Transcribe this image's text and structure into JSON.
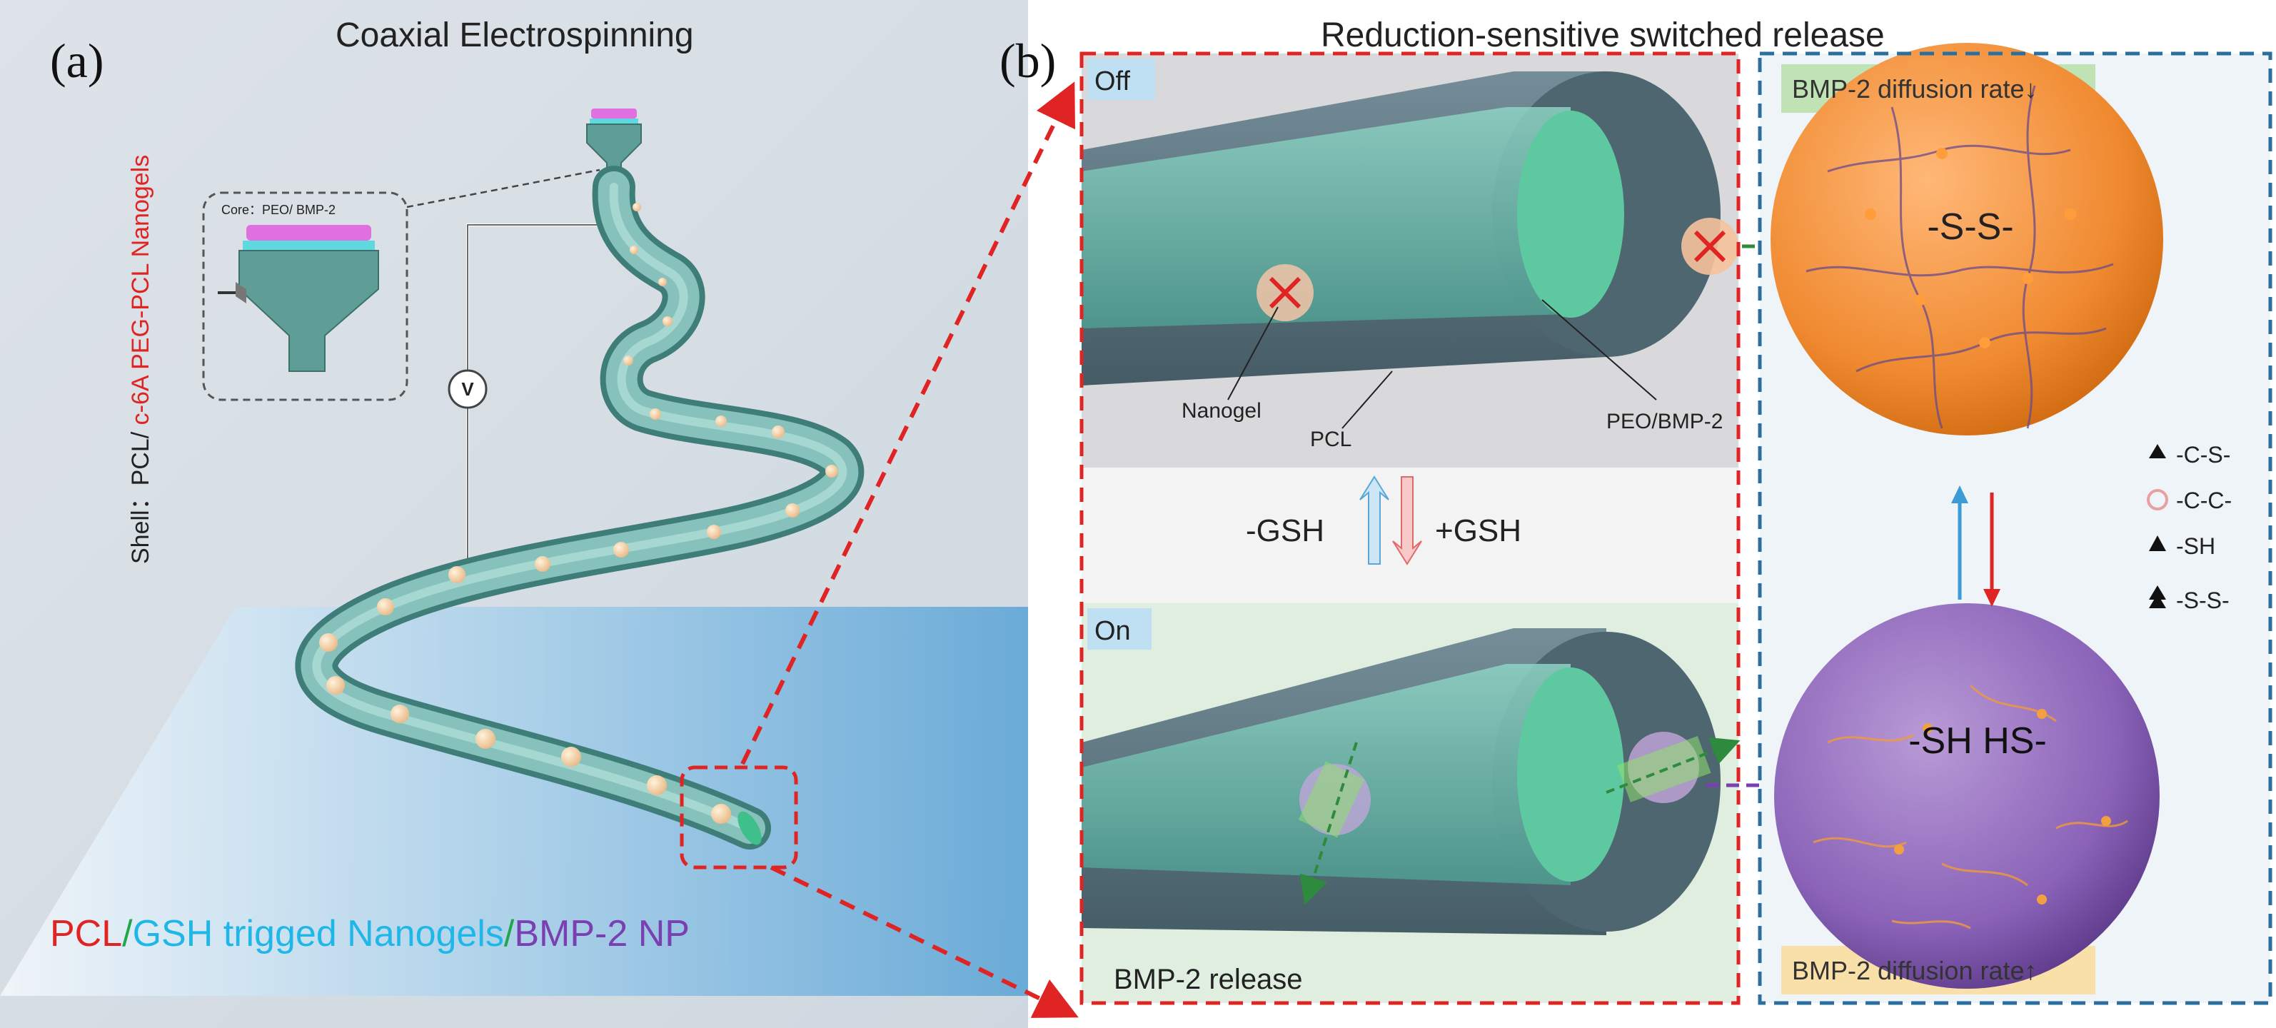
{
  "panel_a": {
    "letter": "(a)",
    "title": "Coaxial Electrospinning",
    "core_label": "Core：PEO/ BMP-2",
    "voltage_label": "V",
    "shell_prefix": "Shell：PCL/ ",
    "shell_highlight": "c-6A PEG-PCL Nanogels",
    "bottom_label": {
      "part1": "PCL",
      "sep1": "/",
      "part2": "GSH trigged Nanogels",
      "sep2": "/",
      "part3": "BMP-2 NP"
    }
  },
  "panel_b": {
    "letter": "(b)",
    "title": "Reduction-sensitive switched release",
    "off_label": "Off",
    "on_label": "On",
    "nanogel_label": "Nanogel",
    "pcl_label": "PCL",
    "core_label": "PEO/BMP-2",
    "minus_gsh": "-GSH",
    "plus_gsh": "+GSH",
    "release_label": "BMP-2 release",
    "top_sphere_label": "-S-S-",
    "bottom_sphere_label": "-SH HS-",
    "diffusion_low": "BMP-2 diffusion rate↓",
    "diffusion_high": "BMP-2 diffusion rate↑",
    "legend": [
      "-C-S-",
      "-C-C-",
      "-SH",
      "-S-S-"
    ]
  },
  "colors": {
    "red": "#e02424",
    "cyan": "#1fb6e8",
    "purple": "#7a3fb0",
    "green": "#1ea84a",
    "fiber": "#5f9e97",
    "blue_box": "#2a6f9e"
  }
}
